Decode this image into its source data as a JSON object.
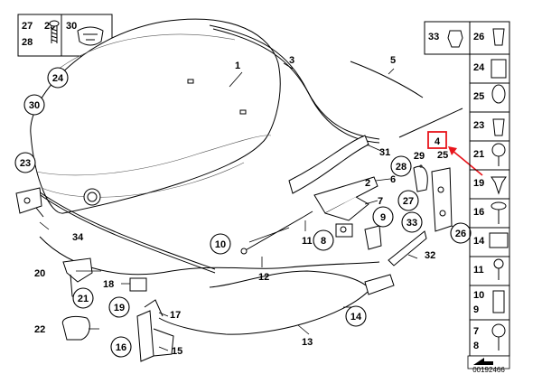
{
  "diagram": {
    "reference_number": "00192466",
    "highlight_color": "#e8141b",
    "highlighted_part": "4",
    "callouts": {
      "c1": "1",
      "c2": "2",
      "c3": "3",
      "c4": "4",
      "c5": "5",
      "c6": "6",
      "c7": "7",
      "c8": "8",
      "c9": "9",
      "c10": "10",
      "c11": "11",
      "c12": "12",
      "c13": "13",
      "c14": "14",
      "c15": "15",
      "c16": "16",
      "c17": "17",
      "c18": "18",
      "c19": "19",
      "c20": "20",
      "c21": "21",
      "c22": "22",
      "c23": "23",
      "c24": "24",
      "c25": "25",
      "c26": "26",
      "c27": "27",
      "c28": "28",
      "c29": "29",
      "c30": "30",
      "c31": "31",
      "c32": "32",
      "c33": "33",
      "c34": "34"
    },
    "side_panel": {
      "p33": "33",
      "p26": "26",
      "p24": "24",
      "p25": "25",
      "p23": "23",
      "p21": "21",
      "p19": "19",
      "p16": "16",
      "p14": "14",
      "p11": "11",
      "p10": "10",
      "p9": "9",
      "p7": "7",
      "p8": "8"
    },
    "top_panel": {
      "p27": "27",
      "p28": "28",
      "p29": "29",
      "p30": "30"
    }
  }
}
